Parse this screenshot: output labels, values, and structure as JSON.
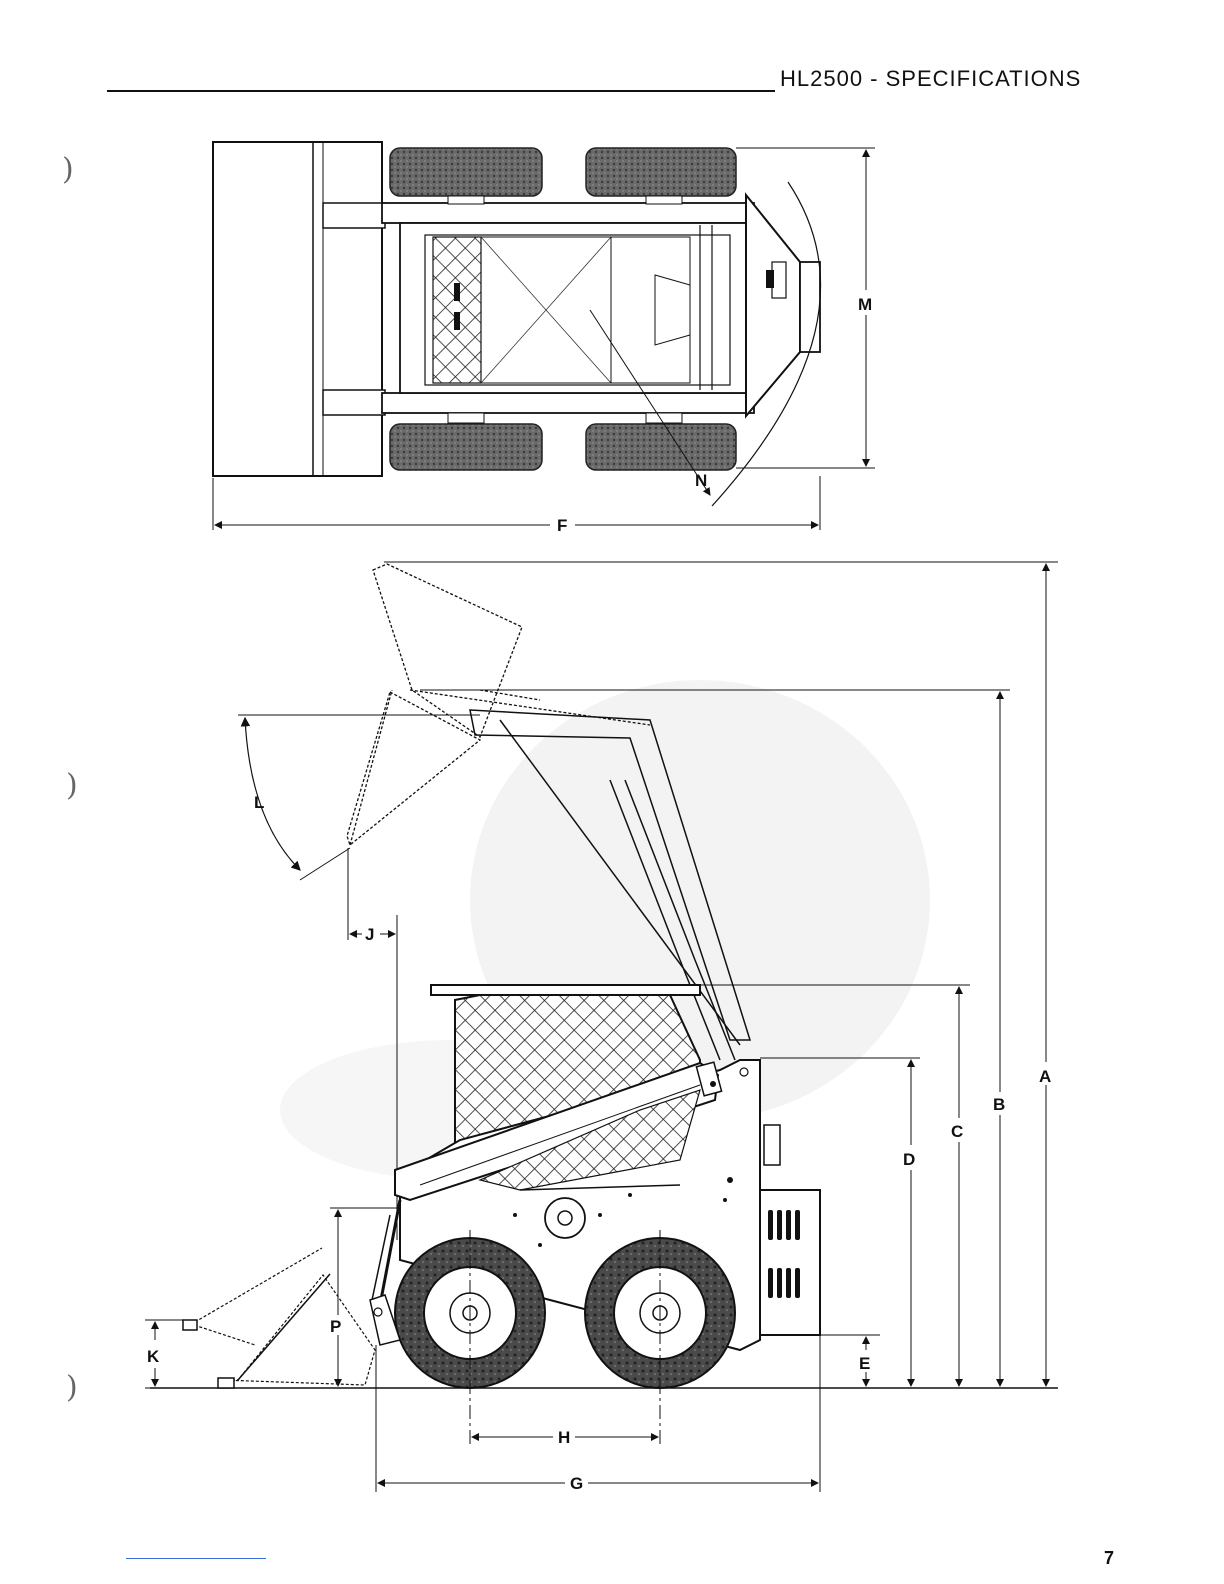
{
  "header": {
    "title": "HL2500 - SPECIFICATIONS"
  },
  "dimension_labels": {
    "A": "A",
    "B": "B",
    "C": "C",
    "D": "D",
    "E": "E",
    "F": "F",
    "G": "G",
    "H": "H",
    "J": "J",
    "K": "K",
    "L": "L",
    "M": "M",
    "N": "N",
    "P": "P"
  },
  "page": {
    "number": "7"
  },
  "colors": {
    "ink": "#111111",
    "tire": "#555555",
    "mesh": "#222222",
    "link": "#3a6fd8"
  }
}
